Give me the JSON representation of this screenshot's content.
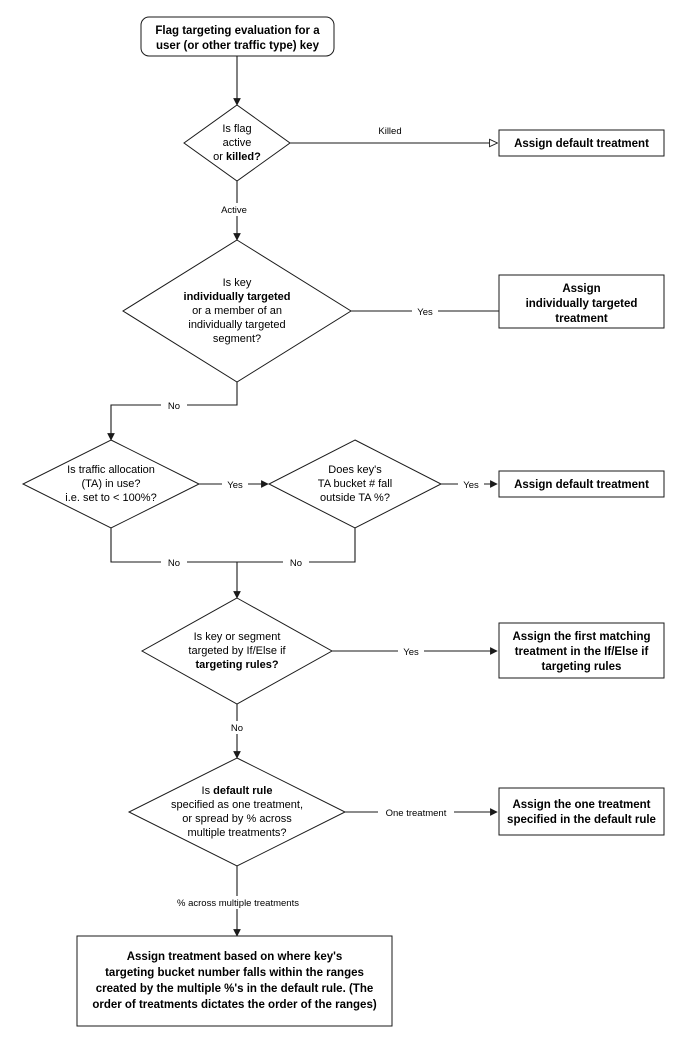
{
  "diagram": {
    "title": "Flag targeting evaluation flowchart",
    "type": "flowchart",
    "background_color": "#ffffff",
    "stroke_color": "#1a1a1a",
    "text_color": "#000000"
  },
  "nodes": {
    "start": {
      "shape": "rounded-rectangle",
      "lines": [
        "Flag targeting evaluation for a",
        "user (or other traffic type) key"
      ],
      "bold": [
        true,
        true
      ]
    },
    "decision_flag_state": {
      "shape": "diamond",
      "lines": [
        "Is flag",
        "active",
        "or killed?"
      ],
      "bold": [
        false,
        false,
        false
      ],
      "rich": [
        "Is flag",
        "active",
        "or <b>killed?</b>"
      ]
    },
    "assign_default_killed": {
      "shape": "rectangle",
      "lines": [
        "Assign default treatment"
      ],
      "bold": [
        true
      ]
    },
    "decision_individual": {
      "shape": "diamond",
      "lines": [
        "Is key",
        "individually targeted",
        "or a member of an",
        "individually targeted",
        "segment?"
      ],
      "bold": [
        false,
        true,
        false,
        false,
        false
      ]
    },
    "assign_individual": {
      "shape": "rectangle",
      "lines": [
        "Assign",
        "individually targeted",
        "treatment"
      ],
      "bold": [
        true,
        true,
        true
      ]
    },
    "decision_traffic_allocation": {
      "shape": "diamond",
      "lines": [
        "Is traffic allocation",
        "(TA) in use?",
        "i.e. set to < 100%?"
      ],
      "bold": [
        false,
        false,
        false
      ]
    },
    "decision_ta_bucket": {
      "shape": "diamond",
      "lines": [
        "Does key's",
        "TA bucket # fall",
        "outside TA %?"
      ],
      "bold": [
        false,
        false,
        false
      ]
    },
    "assign_default_ta": {
      "shape": "rectangle",
      "lines": [
        "Assign default treatment"
      ],
      "bold": [
        true
      ]
    },
    "decision_targeting_rules": {
      "shape": "diamond",
      "lines": [
        "Is key or segment",
        "targeted by If/Else if",
        "targeting rules?"
      ],
      "bold": [
        false,
        false,
        true
      ]
    },
    "assign_first_matching": {
      "shape": "rectangle",
      "lines": [
        "Assign the first matching",
        "treatment in the If/Else if",
        "targeting rules"
      ],
      "bold": [
        true,
        true,
        true
      ]
    },
    "decision_default_rule": {
      "shape": "diamond",
      "lines": [
        "Is default rule",
        "specified as one treatment,",
        "or spread by % across",
        "multiple treatments?"
      ],
      "bold": [
        true,
        false,
        false,
        false
      ]
    },
    "assign_one_treatment": {
      "shape": "rectangle",
      "lines": [
        "Assign the one treatment",
        "specified in the default rule"
      ],
      "bold": [
        true,
        true
      ]
    },
    "assign_bucket_ranges": {
      "shape": "rectangle",
      "lines": [
        "Assign treatment based on where key's",
        "targeting bucket number falls within the ranges",
        "created by the multiple %'s in the default rule. (The",
        "order of treatments dictates the order of the ranges)"
      ],
      "bold": [
        true,
        true,
        true,
        true
      ]
    }
  },
  "edge_labels": {
    "killed": "Killed",
    "active": "Active",
    "individual_yes": "Yes",
    "individual_no": "No",
    "ta_yes": "Yes",
    "ta_no": "No",
    "bucket_yes": "Yes",
    "bucket_no": "No",
    "rules_yes": "Yes",
    "rules_no": "No",
    "one_treatment": "One treatment",
    "percent_across": "% across multiple treatments"
  }
}
